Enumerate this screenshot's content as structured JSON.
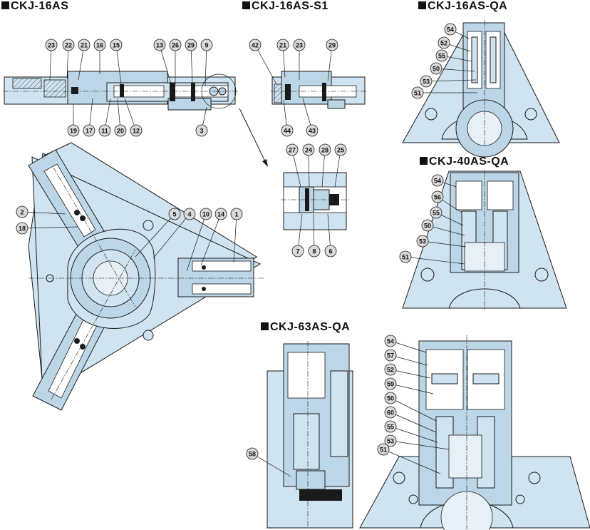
{
  "views": {
    "ckj16as": {
      "title": "CKJ-16AS",
      "callouts": [
        "23",
        "22",
        "21",
        "16",
        "15",
        "13",
        "26",
        "29",
        "9",
        "19",
        "17",
        "11",
        "20",
        "12",
        "3",
        "2",
        "18",
        "5",
        "4",
        "10",
        "14",
        "1"
      ]
    },
    "ckj16as_s1": {
      "title": "CKJ-16AS-S1",
      "callouts": [
        "42",
        "21",
        "23",
        "29",
        "44",
        "43"
      ]
    },
    "detail": {
      "callouts": [
        "27",
        "24",
        "28",
        "25",
        "7",
        "8",
        "6"
      ]
    },
    "ckj16as_qa": {
      "title": "CKJ-16AS-QA",
      "callouts": [
        "54",
        "52",
        "55",
        "50",
        "53",
        "51"
      ]
    },
    "ckj40as_qa": {
      "title": "CKJ-40AS-QA",
      "callouts": [
        "54",
        "56",
        "55",
        "50",
        "53",
        "51"
      ]
    },
    "ckj63as_qa": {
      "title": "CKJ-63AS-QA",
      "callouts": [
        "58",
        "54",
        "57",
        "52",
        "59",
        "50",
        "60",
        "55",
        "53",
        "51"
      ]
    }
  },
  "colors": {
    "body_fill": "#cfe3f0",
    "body_fill_dark": "#bcd6e8",
    "line": "#1a1a1a",
    "bubble": "#d9dadb"
  }
}
